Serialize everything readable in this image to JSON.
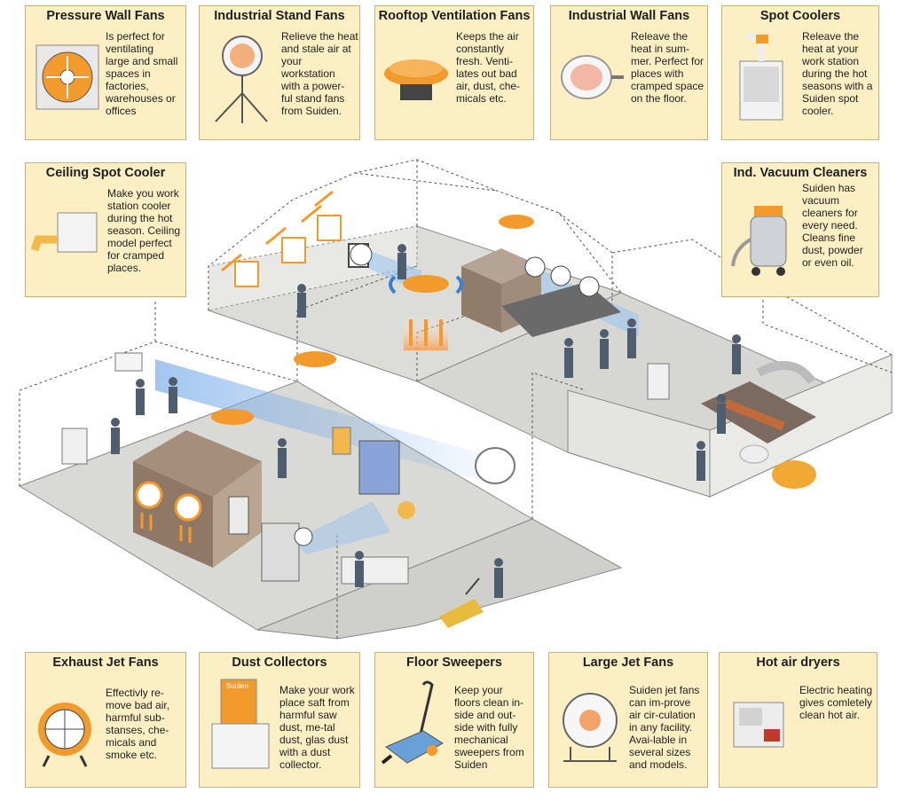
{
  "products": {
    "pressure_wall_fans": {
      "title": "Pressure Wall Fans",
      "desc": "Is perfect for\nventilating\nlarge and small\nspaces in\nfactories,\nwarehouses or\noffices"
    },
    "industrial_stand_fans": {
      "title": "Industrial Stand Fans",
      "desc": "Relieve the heat\nand stale air at\nyour\nworkstation\nwith a power-\nful stand fans\nfrom Suiden."
    },
    "rooftop_ventilation_fans": {
      "title": "Rooftop Ventilation Fans",
      "desc": "Keeps the air\nconstantly\nfresh. Venti-\nlates out bad\nair, dust, che-\nmicals etc."
    },
    "industrial_wall_fans": {
      "title": "Industrial Wall Fans",
      "desc": "Releave the\nheat in sum-\nmer. Perfect for\nplaces with\ncramped space\non the floor."
    },
    "spot_coolers": {
      "title": "Spot Coolers",
      "desc": "Releave the\nheat at your\nwork station\nduring the hot\nseasons with a\nSuiden spot\ncooler."
    },
    "ceiling_spot_cooler": {
      "title": "Ceiling Spot Cooler",
      "desc": "Make you work\nstation cooler\nduring the hot\nseason. Ceiling\nmodel perfect\nfor cramped\nplaces."
    },
    "ind_vacuum_cleaners": {
      "title": "Ind. Vacuum Cleaners",
      "desc": "Suiden has\nvacuum\ncleaners for\nevery need.\nCleans fine\ndust, powder\nor even oil."
    },
    "exhaust_jet_fans": {
      "title": "Exhaust Jet Fans",
      "desc": "Effectivly re-\nmove bad air,\nharmful sub-\nstanses, che-\nmicals and\nsmoke etc."
    },
    "dust_collectors": {
      "title": "Dust Collectors",
      "desc": "Make your work\nplace saft from\nharmful saw\ndust, me-tal\ndust, glas dust\nwith a dust\ncollector."
    },
    "floor_sweepers": {
      "title": "Floor Sweepers",
      "desc": "Keep your\nfloors clean in-\nside and out-\nside with fully\nmechanical\nsweepers from\nSuiden"
    },
    "large_jet_fans": {
      "title": "Large Jet Fans",
      "desc": "Suiden jet fans\ncan im-prove\nair cir-culation\nin any facility.\nAvai-lable in\nseveral sizes\nand models."
    },
    "hot_air_dryers": {
      "title": "Hot air dryers",
      "desc": "Electric heating\ngives comletely\nclean hot air."
    }
  },
  "brand_label": "Suiden",
  "colors": {
    "card_bg": "#fdefc4",
    "card_border": "#c9b27a",
    "orange": "#f39a2c",
    "floor": "#d8d8d4",
    "airflow": "#8ab8ea"
  }
}
